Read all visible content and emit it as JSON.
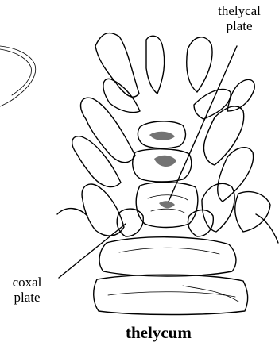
{
  "labels": {
    "thelycal_plate": "thelycal\nplate",
    "coxal_plate": "coxal\nplate"
  },
  "caption": "thelycum",
  "colors": {
    "ink": "#000000",
    "background": "#ffffff"
  }
}
